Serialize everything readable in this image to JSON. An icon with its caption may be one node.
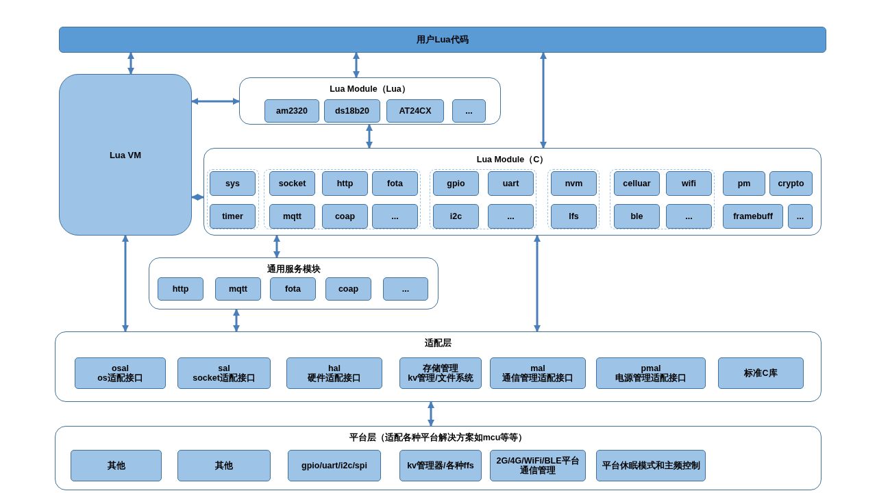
{
  "diagram": {
    "nodes": [
      {
        "text": [
          "用户Lua代码"
        ]
      },
      {
        "text": [
          "Lua VM"
        ]
      },
      {
        "text": [
          "Lua Module（Lua）"
        ]
      },
      {
        "text": [
          "am2320"
        ],
        "in": 2
      },
      {
        "text": [
          "ds18b20"
        ],
        "in": 2
      },
      {
        "text": [
          "AT24CX"
        ],
        "in": 2
      },
      {
        "text": [
          "..."
        ],
        "in": 2
      },
      {
        "text": [
          "Lua Module（C）"
        ]
      },
      {
        "text": [
          "sys"
        ],
        "in": 7
      },
      {
        "text": [
          "socket"
        ],
        "in": 7
      },
      {
        "text": [
          "http"
        ],
        "in": 7
      },
      {
        "text": [
          "fota"
        ],
        "in": 7
      },
      {
        "text": [
          "gpio"
        ],
        "in": 7
      },
      {
        "text": [
          "uart"
        ],
        "in": 7
      },
      {
        "text": [
          "nvm"
        ],
        "in": 7
      },
      {
        "text": [
          "celluar"
        ],
        "in": 7
      },
      {
        "text": [
          "wifi"
        ],
        "in": 7
      },
      {
        "text": [
          "pm"
        ],
        "in": 7
      },
      {
        "text": [
          "crypto"
        ],
        "in": 7
      },
      {
        "text": [
          "timer"
        ],
        "in": 7
      },
      {
        "text": [
          "mqtt"
        ],
        "in": 7
      },
      {
        "text": [
          "coap"
        ],
        "in": 7
      },
      {
        "text": [
          "..."
        ],
        "in": 7
      },
      {
        "text": [
          "i2c"
        ],
        "in": 7
      },
      {
        "text": [
          "..."
        ],
        "in": 7
      },
      {
        "text": [
          "lfs"
        ],
        "in": 7
      },
      {
        "text": [
          "ble"
        ],
        "in": 7
      },
      {
        "text": [
          "..."
        ],
        "in": 7
      },
      {
        "text": [
          "framebuff"
        ],
        "in": 7
      },
      {
        "text": [
          "..."
        ],
        "in": 7
      },
      {
        "text": [
          "通用服务模块"
        ]
      },
      {
        "text": [
          "http"
        ],
        "in": 30
      },
      {
        "text": [
          "mqtt"
        ],
        "in": 30
      },
      {
        "text": [
          "fota"
        ],
        "in": 30
      },
      {
        "text": [
          "coap"
        ],
        "in": 30
      },
      {
        "text": [
          "..."
        ],
        "in": 30
      },
      {
        "text": [
          "适配层"
        ]
      },
      {
        "text": [
          "osal",
          "os适配接口"
        ],
        "in": 36
      },
      {
        "text": [
          "sal",
          "socket适配接口"
        ],
        "in": 36
      },
      {
        "text": [
          "hal",
          "硬件适配接口"
        ],
        "in": 36
      },
      {
        "text": [
          "存储管理",
          "kv管理/文件系统"
        ],
        "in": 36
      },
      {
        "text": [
          "mal",
          "通信管理适配接口"
        ],
        "in": 36
      },
      {
        "text": [
          "pmal",
          "电源管理适配接口"
        ],
        "in": 36
      },
      {
        "text": [
          "标准C库"
        ],
        "in": 36
      },
      {
        "text": [
          "平台层（适配各种平台解决方案如mcu等等）"
        ]
      },
      {
        "text": [
          "其他"
        ],
        "in": 44
      },
      {
        "text": [
          "其他"
        ],
        "in": 44
      },
      {
        "text": [
          "gpio/uart/i2c/spi"
        ],
        "in": 44
      },
      {
        "text": [
          "kv管理器/各种ffs"
        ],
        "in": 44
      },
      {
        "text": [
          "2G/4G/WiFi/BLE平台通信管理"
        ],
        "in": 44
      },
      {
        "text": [
          "平台休眠模式和主频控制"
        ],
        "in": 44
      }
    ],
    "edges": [
      {
        "from": 0,
        "to": 1,
        "arrow": "both"
      },
      {
        "from": 0,
        "to": 2,
        "arrow": "both"
      },
      {
        "from": 0,
        "to": 7,
        "arrow": "both"
      },
      {
        "from": 1,
        "to": 2,
        "arrow": "both"
      },
      {
        "from": 2,
        "to": 7,
        "arrow": "both"
      },
      {
        "from": 1,
        "to": 7,
        "arrow": "both"
      },
      {
        "from": 7,
        "to": 30,
        "arrow": "both"
      },
      {
        "from": 1,
        "to": 36,
        "arrow": "both"
      },
      {
        "from": 30,
        "to": 36,
        "arrow": "both"
      },
      {
        "from": 7,
        "to": 36,
        "arrow": "both"
      },
      {
        "from": 36,
        "to": 44,
        "arrow": "both"
      }
    ]
  }
}
